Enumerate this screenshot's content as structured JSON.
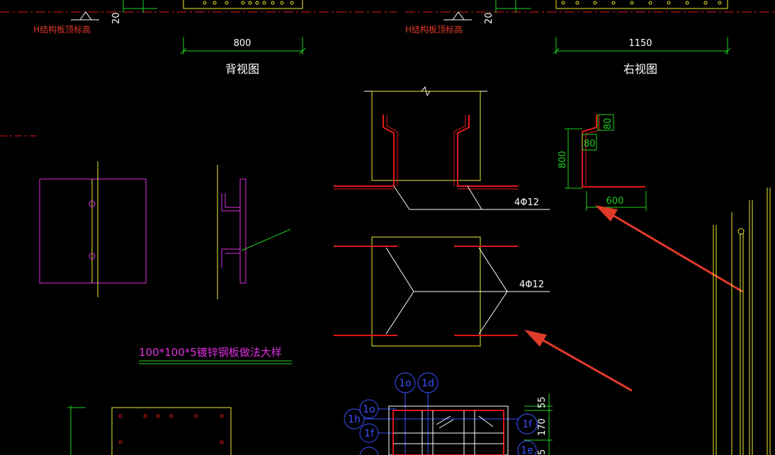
{
  "colors": {
    "background": "#000000",
    "yellow": "#f0ee30",
    "red": "#e01818",
    "green": "#1fd21f",
    "magenta": "#e030e0",
    "white": "#ffffff",
    "blue": "#3b52ff",
    "orange_text": "#e23a2a"
  },
  "top_left": {
    "level_label": "H结构板顶标高",
    "offset_dim": "20",
    "width_dim": "800",
    "view_title": "背视图"
  },
  "top_right": {
    "level_label": "H结构板顶标高",
    "offset_dim": "20",
    "width_dim": "1150",
    "view_title": "右视图"
  },
  "plate_detail": {
    "title": "100*100*5镀锌钢板做法大样"
  },
  "rebar_elevation": {
    "label": "4Φ12"
  },
  "rebar_plan": {
    "label": "4Φ12"
  },
  "bent_bar": {
    "height_dim": "800",
    "hook_dim": "80",
    "offset_dim": "80",
    "length_dim": "600"
  },
  "grid_bubbles": {
    "top_a": "1o",
    "top_b": "1d",
    "left_a": "1h",
    "inner_a": "1o",
    "inner_b": "1f",
    "right_a": "1f",
    "right_b": "1e"
  },
  "section_dims": {
    "d1": "55",
    "d2": "170",
    "d3": "5"
  }
}
